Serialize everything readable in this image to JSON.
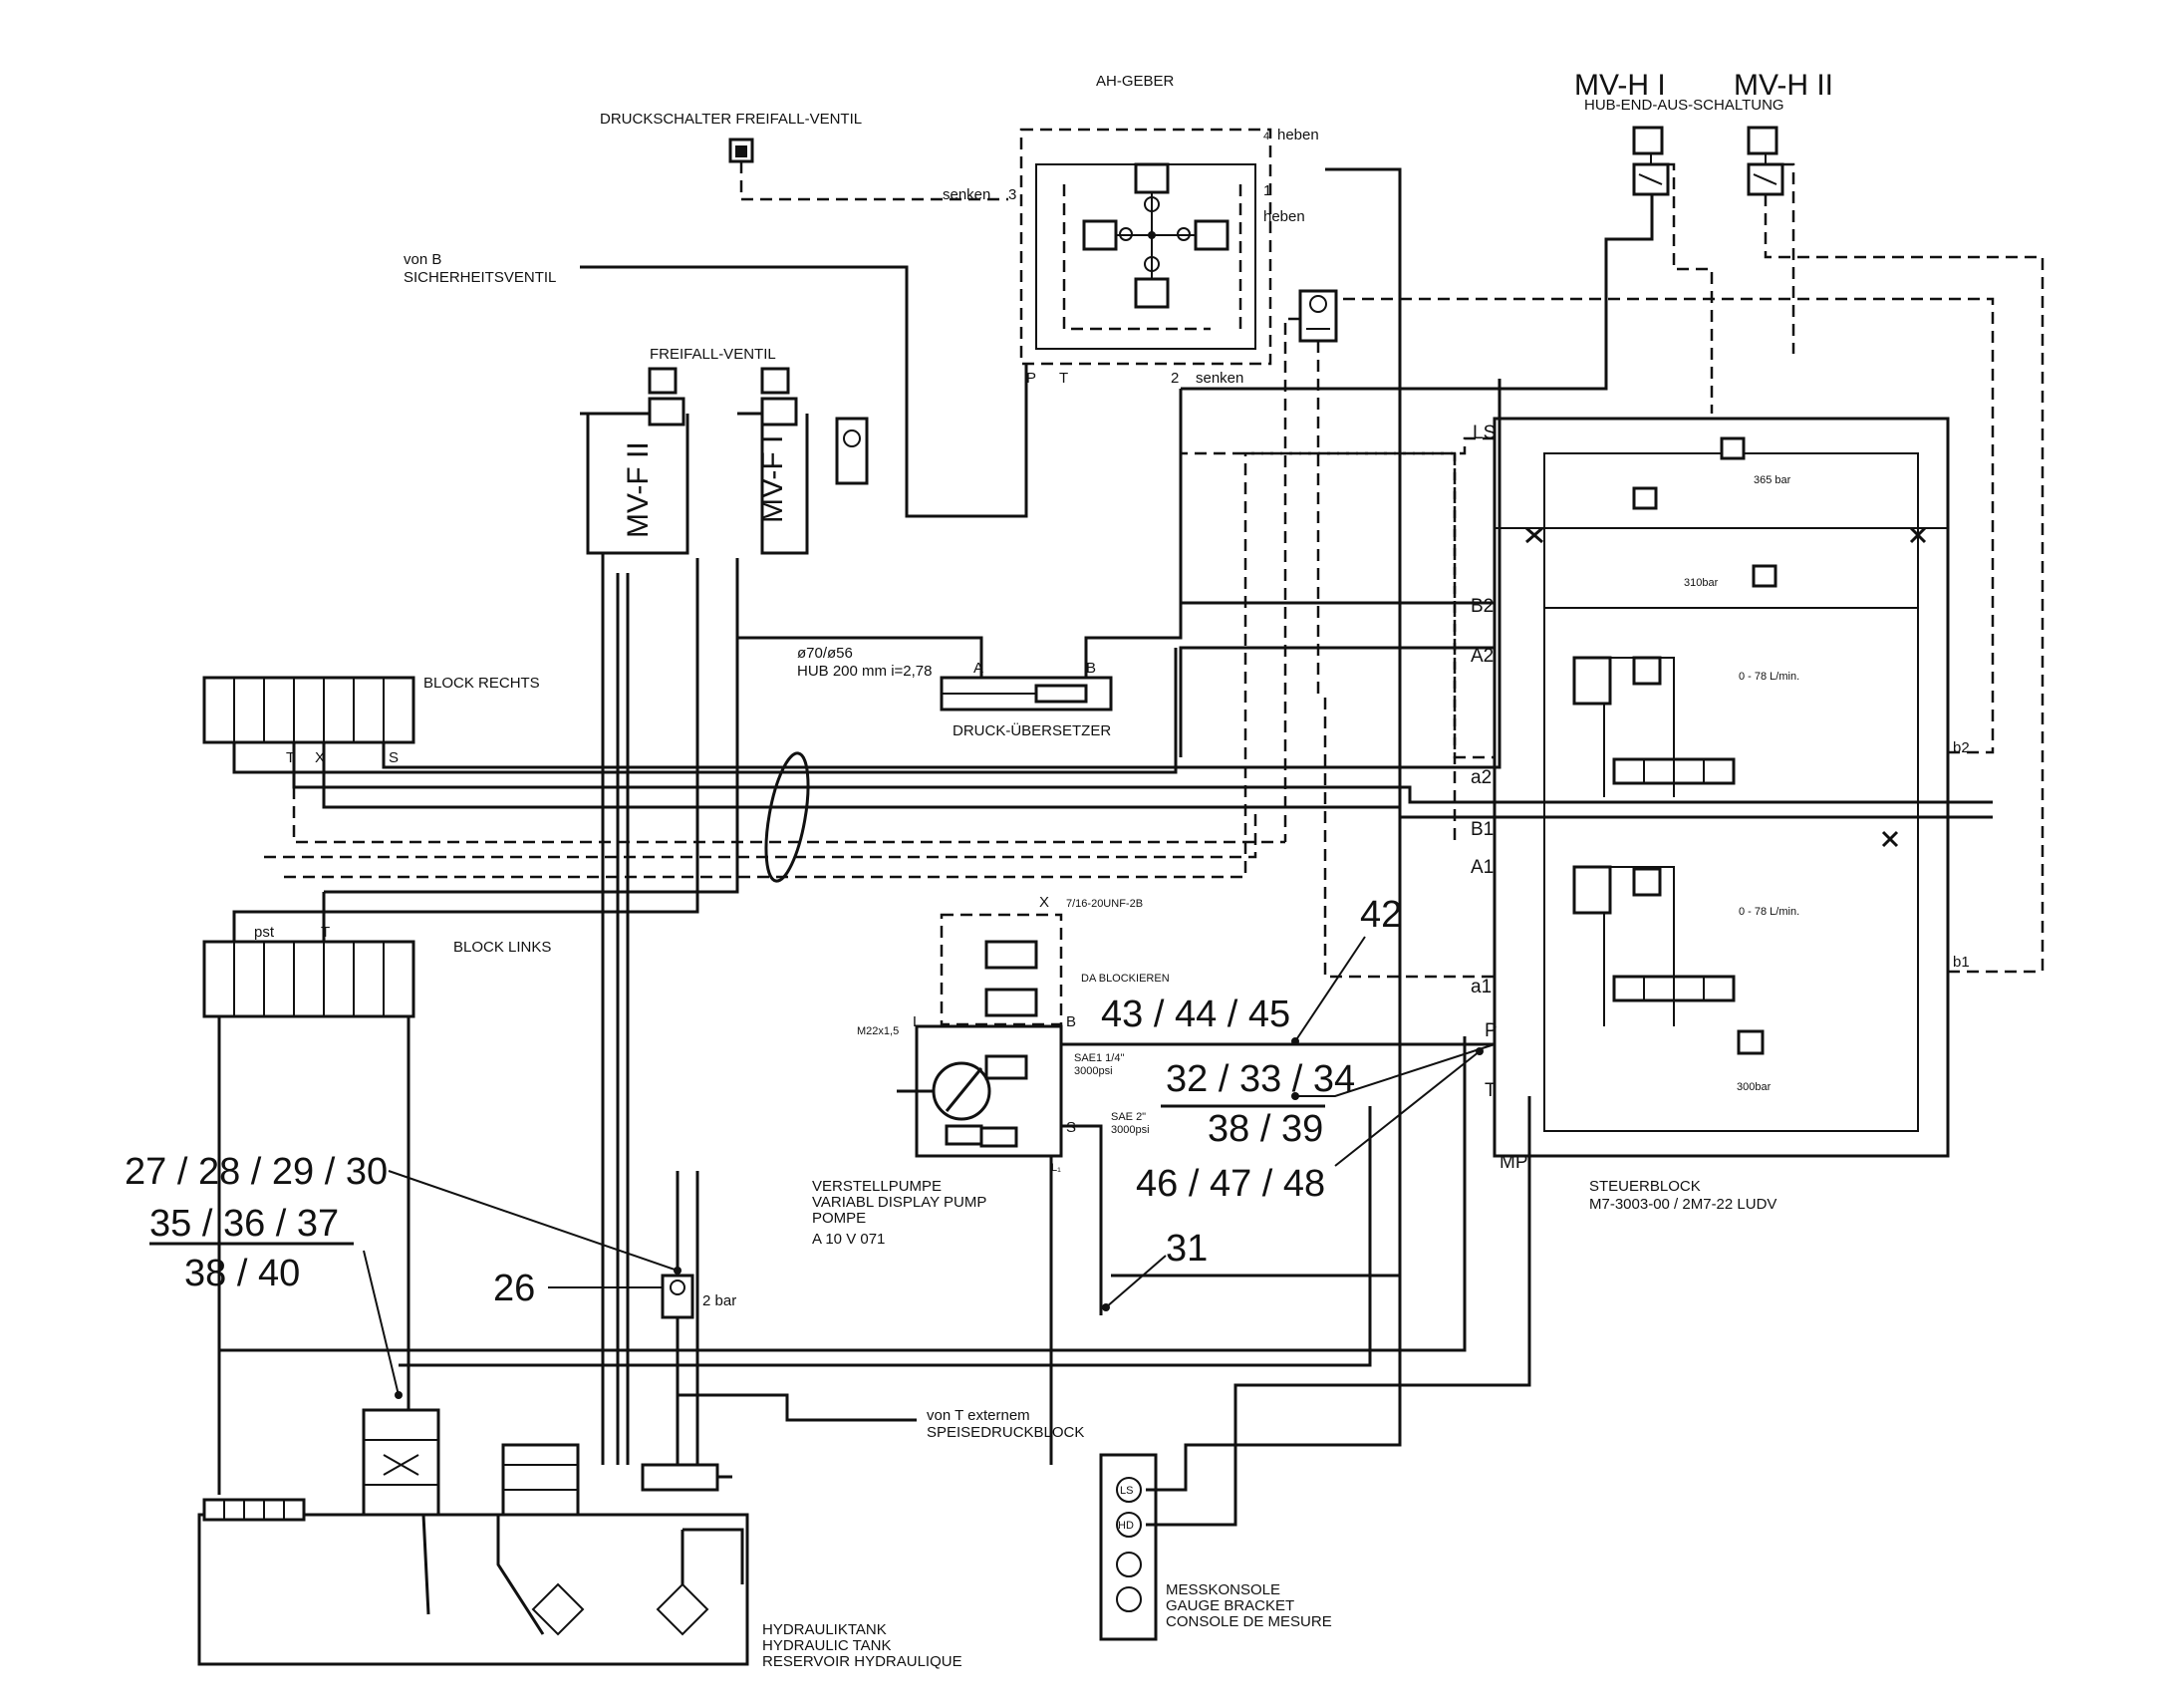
{
  "title_ah": "AH-GEBER",
  "druckschalter": "DRUCKSCHALTER FREIFALL-VENTIL",
  "mvh1": "MV-H I",
  "mvh2": "MV-H II",
  "hub_end": "HUB-END-AUS-SCHALTUNG",
  "heben_4": "heben",
  "heben_1": "heben",
  "senken_3": "senken",
  "senken_2": "senken",
  "port_4": "4",
  "port_3": "3",
  "port_1": "1",
  "port_2": "2",
  "port_P": "P",
  "port_T": "T",
  "von_b_1": "von B",
  "von_b_2": "SICHERHEITSVENTIL",
  "freifall": "FREIFALL-VENTIL",
  "mvf2": "MV-F II",
  "mvf1": "MV-F I",
  "cyl_1": "ø70/ø56",
  "cyl_2": "HUB 200 mm i=2,78",
  "cyl_A": "A",
  "cyl_B": "B",
  "druck_ueber": "DRUCK-ÜBERSETZER",
  "block_rechts": "BLOCK RECHTS",
  "block_links": "BLOCK LINKS",
  "br_T": "T",
  "br_X": "X",
  "br_S": "S",
  "bl_pst": "pst",
  "bl_T": "T",
  "sb_LS": "LS",
  "sb_B2": "B2",
  "sb_A2": "A2",
  "sb_a2": "a2",
  "sb_B1": "B1",
  "sb_A1": "A1",
  "sb_a1": "a1",
  "sb_P": "P",
  "sb_T": "T",
  "sb_MP": "MP",
  "sb_b2": "b2",
  "sb_b1": "b1",
  "bar365": "365 bar",
  "bar310": "310bar",
  "flow1": "0 - 78 L/min.",
  "flow2": "0 - 78 L/min.",
  "bar300": "300bar",
  "steuer_1": "STEUERBLOCK",
  "steuer_2": "M7-3003-00 / 2M7-22 LUDV",
  "pump_X": "X",
  "pump_thread": "7/16-20UNF-2B",
  "da_block": "DA BLOCKIEREN",
  "m22": "M22x1,5",
  "pump_L": "L",
  "pump_B": "B",
  "pump_S": "S",
  "pump_L1": "L₁",
  "sae1_1": "SAE1 1/4\"",
  "sae1_2": "3000psi",
  "sae2_1": "SAE 2\"",
  "sae2_2": "3000psi",
  "pump_1": "VERSTELLPUMPE",
  "pump_2": "VARIABL DISPLAY PUMP",
  "pump_3": "POMPE",
  "pump_4": "A 10 V 071",
  "n42": "42",
  "n43": "43 / 44 / 45",
  "n32": "32 / 33 / 34",
  "n38_39": "38 / 39",
  "n46": "46 / 47 / 48",
  "n27": "27 / 28 / 29 / 30",
  "n35": "35 / 36 / 37",
  "n38_40": "38 / 40",
  "n26": "26",
  "n31": "31",
  "two_bar": "2 bar",
  "vonT_1": "von T externem",
  "vonT_2": "SPEISEDRUCKBLOCK",
  "mess_1": "MESSKONSOLE",
  "mess_2": "GAUGE BRACKET",
  "mess_3": "CONSOLE DE MESURE",
  "mess_LS": "LS",
  "mess_HD": "HD",
  "tank_1": "HYDRAULIKTANK",
  "tank_2": "HYDRAULIC TANK",
  "tank_3": "RESERVOIR HYDRAULIQUE",
  "sw_B": "B"
}
